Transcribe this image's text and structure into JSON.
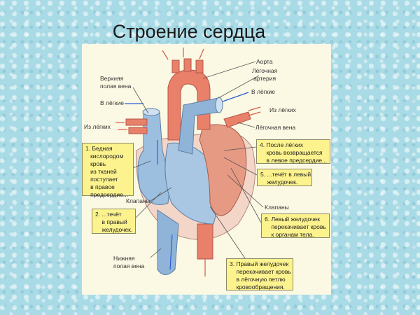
{
  "slide": {
    "title": "Строение сердца"
  },
  "diagram": {
    "labels": {
      "aorta": "Аорта",
      "pulmonary_artery": "Лёгочная\nартерия",
      "to_lungs_right": "В лёгкие",
      "from_lungs_right": "Из лёгких",
      "pulmonary_vein": "Лёгочная вена",
      "superior_vena_cava": "Верхняя\nполая вена",
      "to_lungs_left": "В лёгкие",
      "from_lungs_left": "Из лёгких",
      "valves_left": "Клапаны",
      "valves_right": "Клапаны",
      "inferior_vena_cava": "Нижняя\nполая вена"
    },
    "steps": [
      "1. Бедная\n   кислородом\n   кровь\n   из тканей\n   поступает\n   в правое\n   предсердие...",
      "2. ...течёт\n    в правый\n    желудочек.",
      "3. Правый желудочек\n    перекачивает кровь\n    в лёгочную петлю\n    кровообращения.",
      "4. После лёгких\n    кровь возвращается\n    в левое предсердие...",
      "5. ...течёт в левый\n    желудочек.",
      "6. Левый желудочек\n    перекачивает кровь\n    к органам тела."
    ],
    "colors": {
      "oxygenated": "#e8806a",
      "deoxygenated": "#8fb4d8",
      "box": "#fdf38e"
    }
  }
}
